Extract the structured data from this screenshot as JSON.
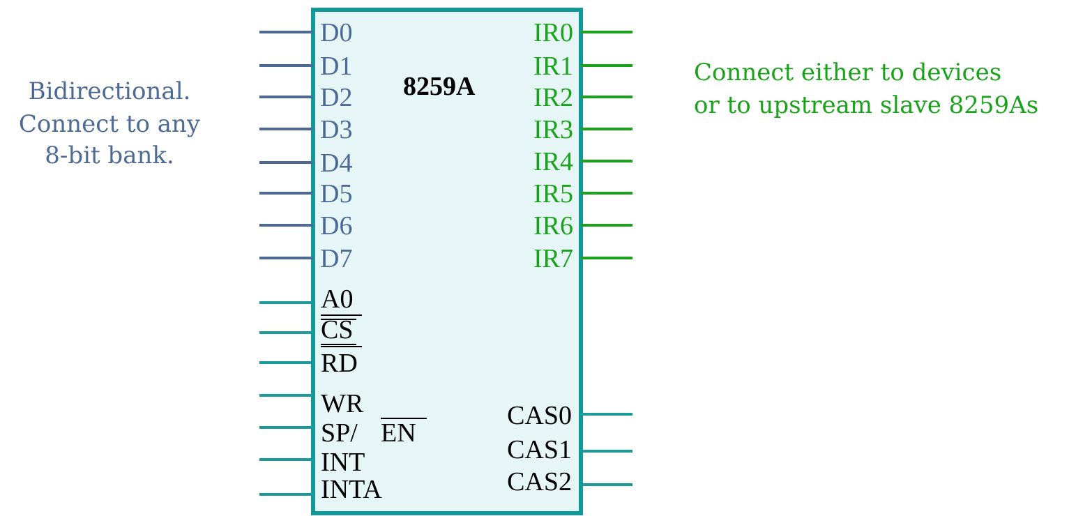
{
  "chip": {
    "title": "8259A",
    "data_pins": [
      "D0",
      "D1",
      "D2",
      "D3",
      "D4",
      "D5",
      "D6",
      "D7"
    ],
    "ir_pins": [
      "IR0",
      "IR1",
      "IR2",
      "IR3",
      "IR4",
      "IR5",
      "IR6",
      "IR7"
    ],
    "control_pins": [
      "A0",
      "CS",
      "RD",
      "WR",
      "SP/",
      "EN",
      "INT",
      "INTA"
    ],
    "cascade_pins": [
      "CAS0",
      "CAS1",
      "CAS2"
    ]
  },
  "notes": {
    "left": [
      "Bidirectional.",
      "Connect to any",
      "8-bit bank."
    ],
    "right": [
      "Connect either to devices",
      "or to upstream slave 8259As"
    ]
  },
  "colors": {
    "data": "#4c6a94",
    "ir": "#1aa31a",
    "control": "#1a9a9a",
    "chip_fill": "#e6f5f5",
    "chip_border": "#119999"
  }
}
